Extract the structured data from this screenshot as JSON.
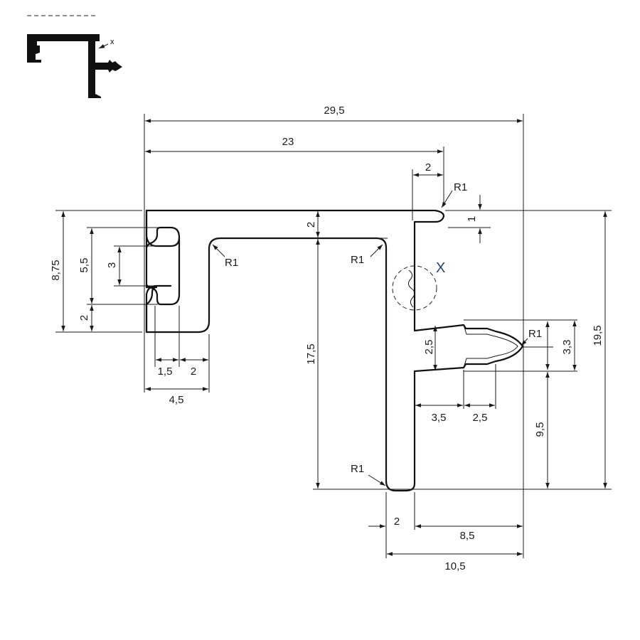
{
  "colors": {
    "line": "#111111",
    "marker": "#1f3f8f",
    "background": "#ffffff"
  },
  "thumbnail": {
    "x_label": "x"
  },
  "marker_label": "X",
  "dimensions": {
    "overall_width": "29,5",
    "upper_width": "23",
    "lip_width": "2",
    "lip_radius": "R1",
    "lip_gap": "1",
    "top_thickness": "2",
    "left_height": "8,75",
    "slot_height": "5,5",
    "slot_opening": "3",
    "bottom_flange": "2",
    "inner_radius_left": "R1",
    "inner_radius_right": "R1",
    "slot_lip": "1,5",
    "slot_wall": "2",
    "left_width": "4,5",
    "stem_height": "17,5",
    "tongue_gap": "2,5",
    "tip_radius": "R1",
    "tongue_height": "3,3",
    "overall_height": "19,5",
    "barb_step_1": "3,5",
    "barb_step_2": "2,5",
    "lower_height": "9,5",
    "bottom_radius": "R1",
    "stem_width": "2",
    "right_offset": "8,5",
    "bottom_width": "10,5"
  }
}
